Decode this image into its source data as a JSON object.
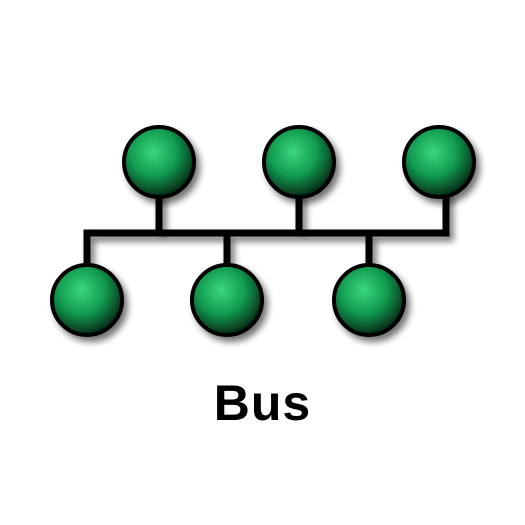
{
  "diagram": {
    "caption": "Bus",
    "topology": "bus",
    "node_count_top": 3,
    "node_count_bottom": 3,
    "colors": {
      "node_fill_light": "#3ad77f",
      "node_fill_mid": "#129a4f",
      "node_fill_dark": "#05321a",
      "line": "#000000",
      "background": "#ffffff"
    }
  }
}
